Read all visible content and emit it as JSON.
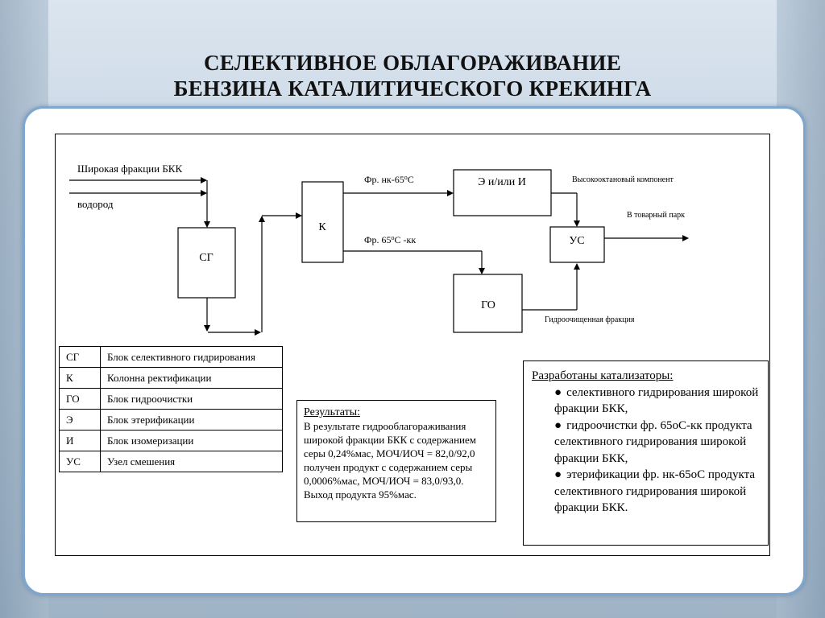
{
  "title": {
    "line1": "СЕЛЕКТИВНОЕ  ОБЛАГОРАЖИВАНИЕ",
    "line2": "БЕНЗИНА КАТАЛИТИЧЕСКОГО КРЕКИНГА"
  },
  "diagram": {
    "input_feed": "Широкая фракции  БКК",
    "input_hydrogen": "водород",
    "block_sg": "СГ",
    "block_k": "К",
    "block_ei": "Э и/или И",
    "block_go": "ГО",
    "block_us": "УС",
    "stream_light": "Фр. нк-65",
    "stream_light_sup": "о",
    "stream_light_unit": "С",
    "stream_heavy": "Фр. 65",
    "stream_heavy_sup": "о",
    "stream_heavy_unit": "С -кк",
    "high_octane": "Высокооктановый компонент",
    "to_park": "В товарный парк",
    "hydrotreated": "Гидроочищенная фракция"
  },
  "legend": [
    {
      "abbr": "СГ",
      "desc": "Блок селективного гидрирования"
    },
    {
      "abbr": "К",
      "desc": "Колонна ректификации"
    },
    {
      "abbr": "ГО",
      "desc": "Блок гидроочистки"
    },
    {
      "abbr": "Э",
      "desc": "Блок этерификации"
    },
    {
      "abbr": "И",
      "desc": "Блок изомеризации"
    },
    {
      "abbr": "УС",
      "desc": "Узел смешения"
    }
  ],
  "results": {
    "heading": "Результаты:",
    "body": "В результате гидрооблагораживания широкой фракции  БКК с содержанием серы 0,24%мас, МОЧ/ИОЧ =  82,0/92,0 получен продукт с содержанием серы 0,0006%мас, МОЧ/ИОЧ =  83,0/93,0. Выход продукта 95%мас."
  },
  "catalysts": {
    "heading": "Разработаны катализаторы:",
    "bullet": "●",
    "items": [
      "селективного гидрирования широкой фракции БКК,",
      "гидроочистки  фр. 65оС-кк продукта селективного гидрирования широкой фракции БКК,",
      "этерификации  фр. нк-65оС продукта селективного гидрирования широкой фракции БКК."
    ]
  }
}
